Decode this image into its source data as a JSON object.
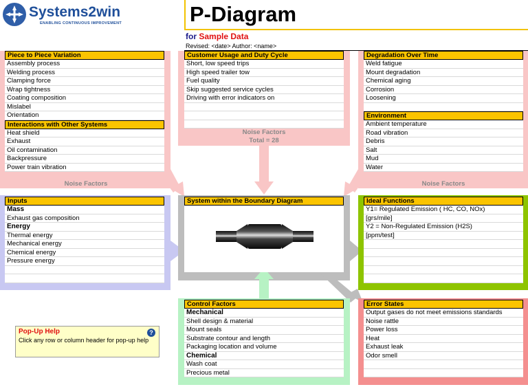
{
  "logo": {
    "name": "Systems2win",
    "tagline": "ENABLING CONTINUOUS IMPROVEMENT"
  },
  "title": "P-Diagram",
  "for_prefix": "for",
  "for_name": "Sample Data",
  "revised": "Revised: <date>  Author: <name>",
  "piece_to_piece": {
    "header": "Piece to Piece Variation",
    "items": [
      "Assembly process",
      "Welding process",
      "Clamping force",
      "Wrap tightness",
      "Coating composition",
      "Mislabel",
      "Orientation"
    ]
  },
  "interactions": {
    "header": "Interactions with Other Systems",
    "items": [
      "Heat shield",
      "Exhaust",
      "Oil contamination",
      "Backpressure",
      "Power train vibration"
    ]
  },
  "customer_usage": {
    "header": "Customer Usage and Duty Cycle",
    "items": [
      "Short, low speed trips",
      "High speed trailer tow",
      "Fuel quality",
      "Skip suggested service cycles",
      "Driving with error indicators on",
      "",
      "",
      ""
    ]
  },
  "degradation": {
    "header": "Degradation Over Time",
    "items": [
      "Weld fatigue",
      "Mount degradation",
      "Chemical aging",
      "Corrosion",
      "Loosening",
      ""
    ]
  },
  "environment": {
    "header": "Environment",
    "items": [
      "Ambient temperature",
      "Road vibration",
      "Debris",
      "Salt",
      "Mud",
      "Water"
    ]
  },
  "noise": {
    "left": "Noise Factors",
    "center": "Noise Factors",
    "total": "Total = 28",
    "right": "Noise Factors"
  },
  "inputs": {
    "header": "Inputs",
    "items": [
      {
        "text": "Mass",
        "bold": true
      },
      {
        "text": "Exhaust gas composition",
        "bold": false
      },
      {
        "text": "Energy",
        "bold": true
      },
      {
        "text": "Thermal energy",
        "bold": false
      },
      {
        "text": "Mechanical energy",
        "bold": false
      },
      {
        "text": "Chemical energy",
        "bold": false
      },
      {
        "text": "Pressure energy",
        "bold": false
      },
      {
        "text": "",
        "bold": false
      },
      {
        "text": "",
        "bold": false
      }
    ]
  },
  "system": {
    "header": "System within the Boundary Diagram"
  },
  "ideal_functions": {
    "header": "Ideal Functions",
    "items": [
      "Y1= Regulated Emission ( HC, CO, NOx)",
      "[grs/mile]",
      "Y2 = Non-Regulated Emission (H2S)",
      "[ppm/test]",
      "",
      "",
      "",
      "",
      ""
    ]
  },
  "control_factors": {
    "header": "Control Factors",
    "items": [
      {
        "text": "Mechanical",
        "bold": true
      },
      {
        "text": "Shell design & material",
        "bold": false
      },
      {
        "text": "Mount seals",
        "bold": false
      },
      {
        "text": "Substrate contour and length",
        "bold": false
      },
      {
        "text": "Packaging location and volume",
        "bold": false
      },
      {
        "text": "Chemical",
        "bold": true
      },
      {
        "text": "Wash coat",
        "bold": false
      },
      {
        "text": "Precious metal",
        "bold": false
      }
    ]
  },
  "error_states": {
    "header": "Error States",
    "items": [
      "Output gases do not meet emissions standards",
      "Noise rattle",
      "Power loss",
      "Heat",
      "Exhaust leak",
      "Odor smell",
      "",
      ""
    ]
  },
  "popup": {
    "title": "Pop-Up Help",
    "text": "Click any row or column header for pop-up help",
    "icon": "help-icon"
  },
  "colors": {
    "header_yellow": "#fbc400",
    "noise_pink": "#f9c6c6",
    "inputs_lavender": "#c8c8f2",
    "ideal_green": "#8ec400",
    "control_mint": "#b7f2c4",
    "error_red": "#f48f8f"
  }
}
